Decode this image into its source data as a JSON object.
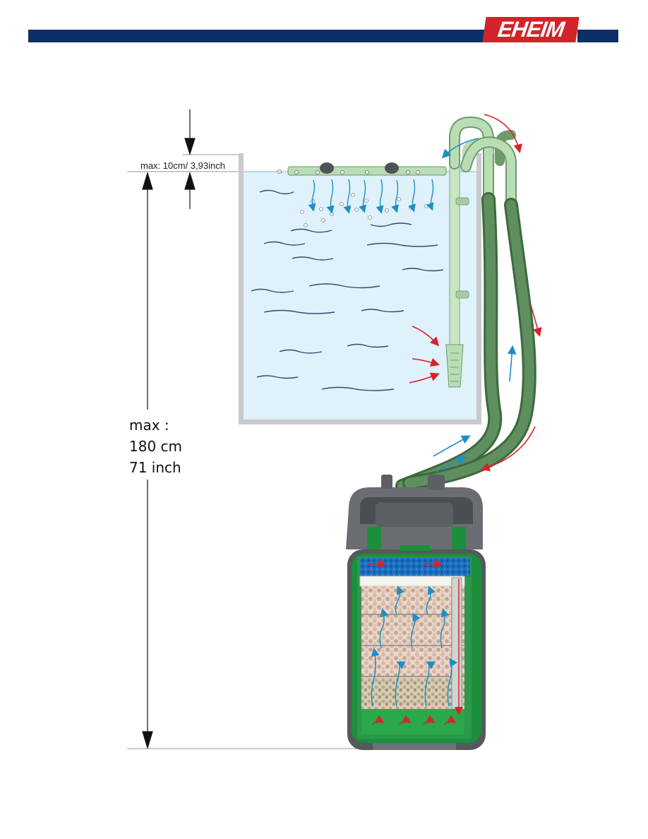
{
  "brand": {
    "logo_text": "EHEIM",
    "bar_color": "#0d2f66",
    "logo_color": "#d2232a"
  },
  "labels": {
    "max_above": "max: 10cm/ 3,93inch",
    "max_height_line1": "max :",
    "max_height_line2": "180 cm",
    "max_height_line3": "71 inch"
  },
  "colors": {
    "water": "#dff1fb",
    "tank_frame": "#c9cacc",
    "hose_dark": "#4a7a4c",
    "hose_light": "#a9d6a2",
    "flow_in": "#d8232a",
    "flow_out": "#1c8fc9",
    "filter_body": "#5a5d61",
    "filter_green": "#1c8f3c"
  },
  "icons": [
    "dimension-arrow-icon",
    "flow-arrow-icon"
  ]
}
